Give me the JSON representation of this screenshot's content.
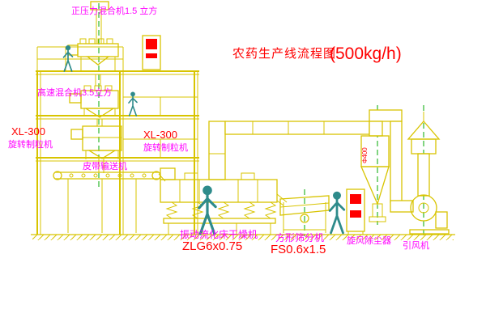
{
  "diagram": {
    "title": {
      "text": "农药生产线流程图",
      "capacity": "(500kg/h)"
    },
    "equipment_labels": {
      "positive_pressure_mixer": "正压力混合机1.5 立方",
      "high_speed_mixer": "高速混合机3.5立方",
      "granulator_left_model": "XL-300",
      "granulator_left_name": "旋转制粒机",
      "granulator_center_model": "XL-300",
      "granulator_center_name": "旋转制粒机",
      "belt_conveyor": "皮带输送机",
      "fluid_bed_dryer": "振动流化床干燥机",
      "fluid_bed_dryer_model": "ZLG6x0.75",
      "square_sifter": "方形筛分机",
      "square_sifter_model": "FS0.6x1.5",
      "cyclone": "旋风除尘器",
      "cyclone_size": "Φ400",
      "fan": "引风机"
    },
    "colors": {
      "equipment_line": "#d8c400",
      "label_text": "#ff00ff",
      "model_text": "#ff0000",
      "centerline": "#00aa00",
      "figure": "#2e8b8b",
      "background": "#ffffff"
    }
  }
}
